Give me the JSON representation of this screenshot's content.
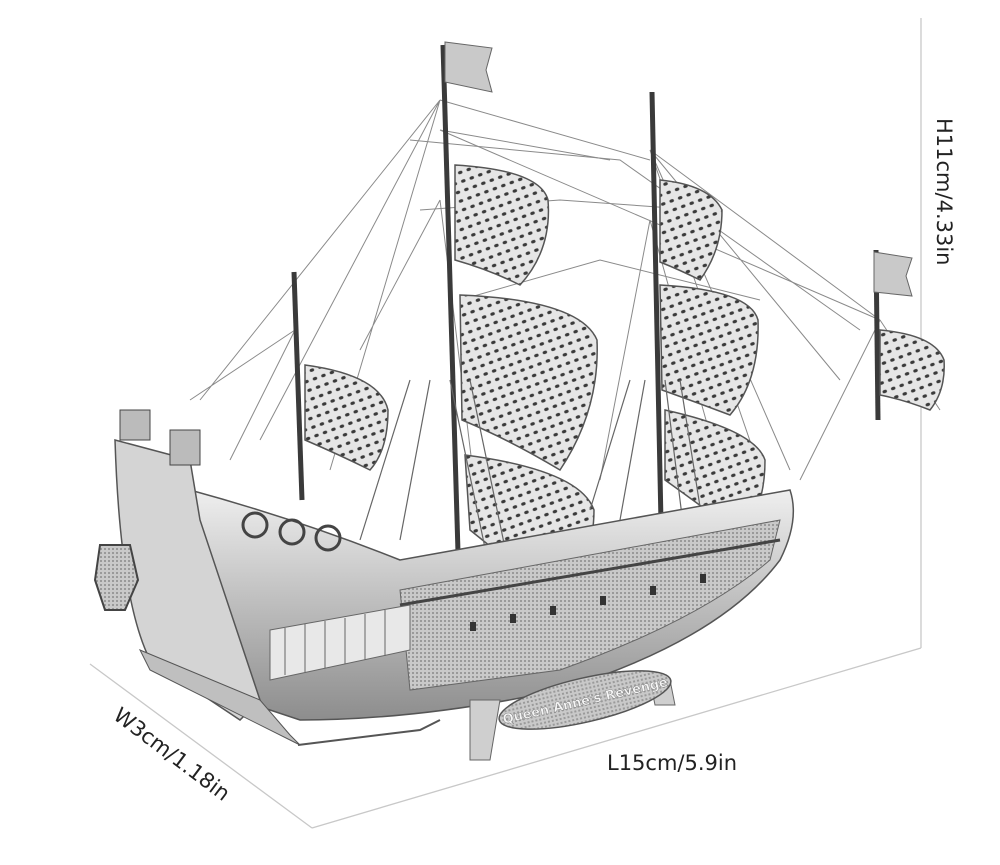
{
  "product": {
    "name_plate": "Queen Anne's Revenge"
  },
  "dimensions": {
    "height": "H11cm/4.33in",
    "width": "W3cm/1.18in",
    "length": "L15cm/5.9in"
  },
  "colors": {
    "metal_light": "#e2e2e2",
    "metal_mid": "#a9a9a9",
    "metal_dark": "#3c3c3c",
    "dimension_line": "#c8c8c8"
  }
}
